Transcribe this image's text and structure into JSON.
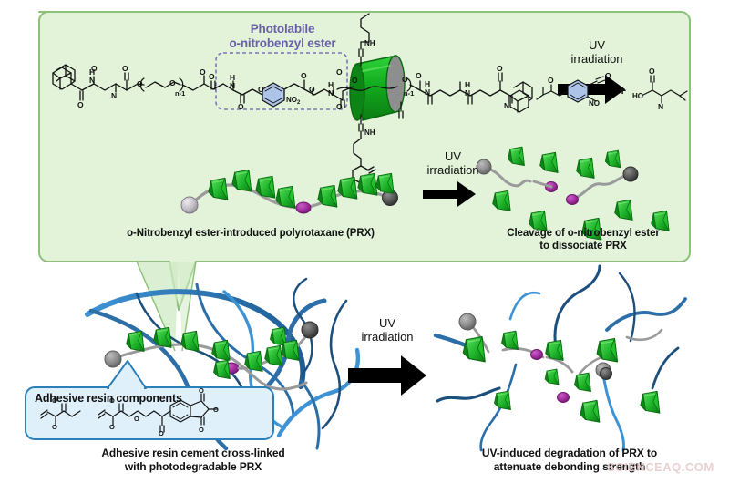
{
  "figure": {
    "title_hidden": "",
    "background_color": "#ffffff",
    "panels": {
      "top": {
        "name": "photodegradable-prx-panel",
        "fill_color": "#e2f3d9",
        "border_color": "#8cc178"
      },
      "resin_box": {
        "fill_color": "#dff0fb",
        "border_color": "#2a7fb8"
      }
    }
  },
  "labels": {
    "photolabile_line1": "Photolabile",
    "photolabile_line2": "o-nitrobenzyl ester",
    "uv_line1": "UV",
    "uv_line2": "irradiation",
    "prx_caption": "o-Nitrobenzyl ester-introduced polyrotaxane (PRX)",
    "cleavage_line1": "Cleavage of o-nitrobenzyl ester",
    "cleavage_line2": "to dissociate PRX",
    "resin_box_title": "Adhesive resin components",
    "bottom_left_line1": "Adhesive resin cement cross-linked",
    "bottom_left_line2": "with photodegradable PRX",
    "bottom_right_line1": "UV-induced degradation of PRX to",
    "bottom_right_line2": "attenuate debonding strength",
    "watermark": "SCIENCEAQ.COM"
  },
  "chem_annotations": {
    "amide_h": "H",
    "amide_n": "N",
    "nh": "NH",
    "nitro": "NO",
    "nitro_sub": "2",
    "nitroso": "NO",
    "oxygen": "O",
    "hydroxy": "HO",
    "repeat_unit": "n-1"
  },
  "colors": {
    "green_panel": "#e2f3d9",
    "green_border": "#8cc178",
    "cd_green": "#16b021",
    "cd_green_dark": "#0e8a18",
    "cd_cap": "#8e8e8e",
    "purple_text": "#6a5fa8",
    "purple_dash": "#7d74b6",
    "benzene_blue": "#aec3e8",
    "resin_fill": "#dff0fb",
    "resin_border": "#2a7fb8",
    "chain_blue": "#2f7fc1",
    "chain_blue_dark": "#1d4f7c",
    "axle_gray": "#8e8e8e",
    "stopper_light": "#b9b3bb",
    "stopper_dark": "#4c4c4c",
    "magenta": "#a32ba0",
    "arrow_black": "#000000"
  }
}
